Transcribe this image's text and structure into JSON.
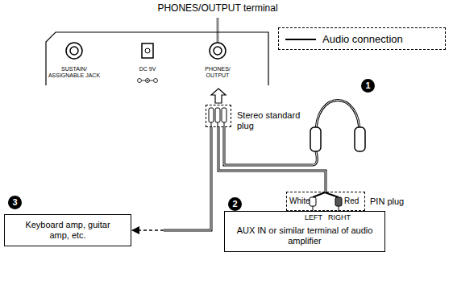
{
  "diagram": {
    "nodes": [
      {
        "text": [
          "SUSTAIN/ ASSIGNABLE JACK",
          "DC 9V",
          "PHONES/ OUTPUT"
        ]
      },
      {
        "text": [
          "Keyboard amp, guitar amp, etc."
        ]
      },
      {
        "text": [
          "LEFT",
          "RIGHT",
          "AUX IN or similar terminal of audio amplifier"
        ]
      },
      {
        "text": [
          "Stereo standard plug"
        ]
      },
      {
        "text": [
          "White",
          "Red",
          "PIN plug"
        ]
      }
    ],
    "edges": [
      {
        "from": 3,
        "to": 0,
        "arrow": "to"
      },
      {
        "from": 3,
        "to": 1,
        "arrow": "to"
      },
      {
        "from": 3,
        "to": 4,
        "arrow": "none"
      }
    ],
    "labels": [
      "PHONES/OUTPUT terminal",
      "1",
      "2",
      "3"
    ],
    "legend": [
      {
        "text": "Audio connection"
      }
    ]
  }
}
